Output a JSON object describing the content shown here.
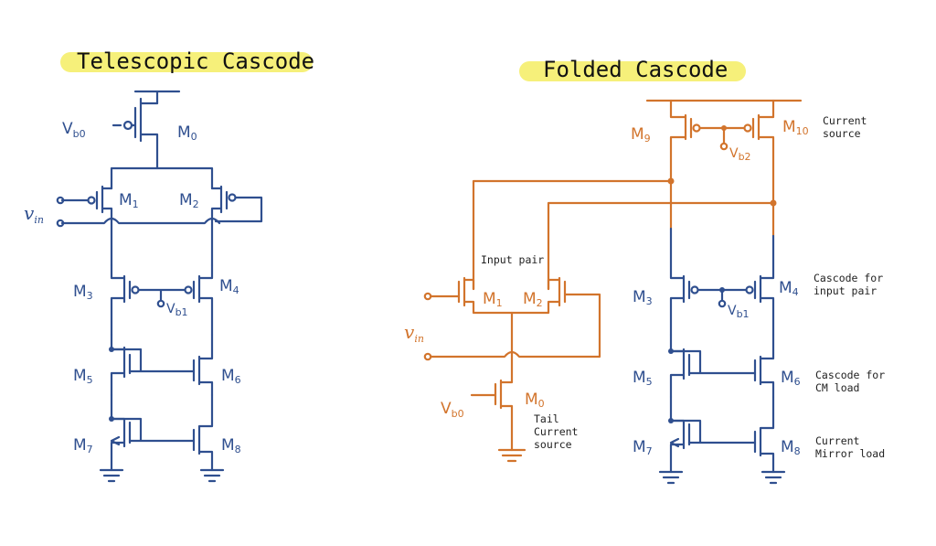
{
  "titles": {
    "left": "Telescopic Cascode",
    "right": "Folded Cascode"
  },
  "colors": {
    "left_circuit": "#2f4f8f",
    "folded_input_stage": "#d2742c",
    "highlight": "#f6f07a"
  },
  "telescopic": {
    "vb0": "V",
    "vb0_sub": "b0",
    "m0": "M",
    "m0_sub": "0",
    "m1": "M",
    "m1_sub": "1",
    "m2": "M",
    "m2_sub": "2",
    "vin": "v",
    "vin_sub": "in",
    "m3": "M",
    "m3_sub": "3",
    "m4": "M",
    "m4_sub": "4",
    "vb1": "V",
    "vb1_sub": "b1",
    "m5": "M",
    "m5_sub": "5",
    "m6": "M",
    "m6_sub": "6",
    "m7": "M",
    "m7_sub": "7",
    "m8": "M",
    "m8_sub": "8"
  },
  "folded": {
    "m9": "M",
    "m9_sub": "9",
    "m10": "M",
    "m10_sub": "10",
    "vb2": "V",
    "vb2_sub": "b2",
    "current_source_1": "Current",
    "current_source_2": "source",
    "input_pair": "Input pair",
    "m1": "M",
    "m1_sub": "1",
    "m2": "M",
    "m2_sub": "2",
    "vin": "v",
    "vin_sub": "in",
    "vb0": "V",
    "vb0_sub": "b0",
    "m0": "M",
    "m0_sub": "0",
    "tail_1": "Tail",
    "tail_2": "Current",
    "tail_3": "source",
    "m3": "M",
    "m3_sub": "3",
    "m4": "M",
    "m4_sub": "4",
    "vb1": "V",
    "vb1_sub": "b1",
    "m5": "M",
    "m5_sub": "5",
    "m6": "M",
    "m6_sub": "6",
    "m7": "M",
    "m7_sub": "7",
    "m8": "M",
    "m8_sub": "8",
    "cascode_input_1": "Cascode for",
    "cascode_input_2": "input pair",
    "cascode_cm_1": "Cascode for",
    "cascode_cm_2": "CM load",
    "mirror_1": "Current",
    "mirror_2": "Mirror load"
  }
}
